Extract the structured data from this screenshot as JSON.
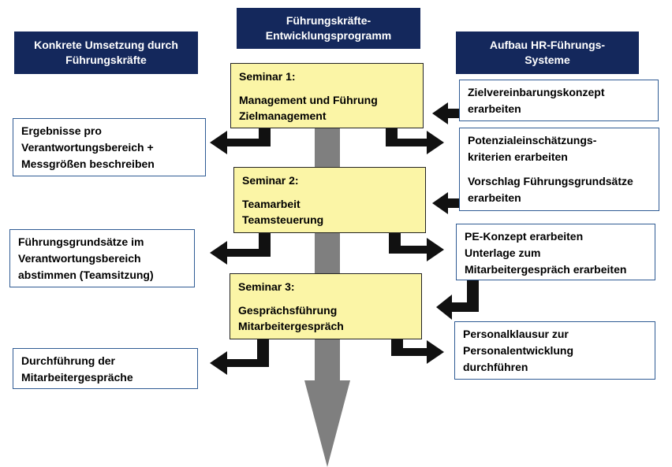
{
  "headers": {
    "center": [
      "Führungskräfte-",
      "Entwicklungsprogramm"
    ],
    "left": [
      "Konkrete Umsetzung durch",
      "Führungskräfte"
    ],
    "right": [
      "Aufbau  HR-Führungs-",
      "Systeme"
    ]
  },
  "seminars": [
    {
      "title": "Seminar 1:",
      "lines": [
        "Management und Führung",
        "Zielmanagement"
      ]
    },
    {
      "title": "Seminar 2:",
      "lines": [
        "Teamarbeit",
        "Teamsteuerung"
      ]
    },
    {
      "title": "Seminar 3:",
      "lines": [
        "Gesprächsführung",
        "Mitarbeitergespräch"
      ]
    }
  ],
  "left_boxes": [
    [
      "Ergebnisse pro",
      "Verantwortungsbereich +",
      "Messgrößen beschreiben"
    ],
    [
      "Führungsgrundsätze im",
      "Verantwortungsbereich",
      "abstimmen (Teamsitzung)"
    ],
    [
      "Durchführung der",
      "Mitarbeitergespräche"
    ]
  ],
  "right_boxes": {
    "zielvereinbarung": [
      "Zielvereinbarungskonzept",
      "erarbeiten"
    ],
    "potenzial": [
      "Potenzialeinschätzungs-",
      "kriterien erarbeiten"
    ],
    "grundsaetze": [
      "Vorschlag Führungsgrundsätze",
      "erarbeiten"
    ],
    "pe_konzept": [
      "PE-Konzept erarbeiten",
      "Unterlage zum",
      "Mitarbeitergespräch erarbeiten"
    ],
    "klausur": [
      "Personalklausur zur",
      "Personalentwicklung",
      "durchführen"
    ]
  },
  "colors": {
    "header_bg": "#14285c",
    "seminar_bg": "#fbf5a6",
    "box_border": "#2f5b94",
    "arrow": "#111111",
    "spine": "#7f7f7f"
  }
}
